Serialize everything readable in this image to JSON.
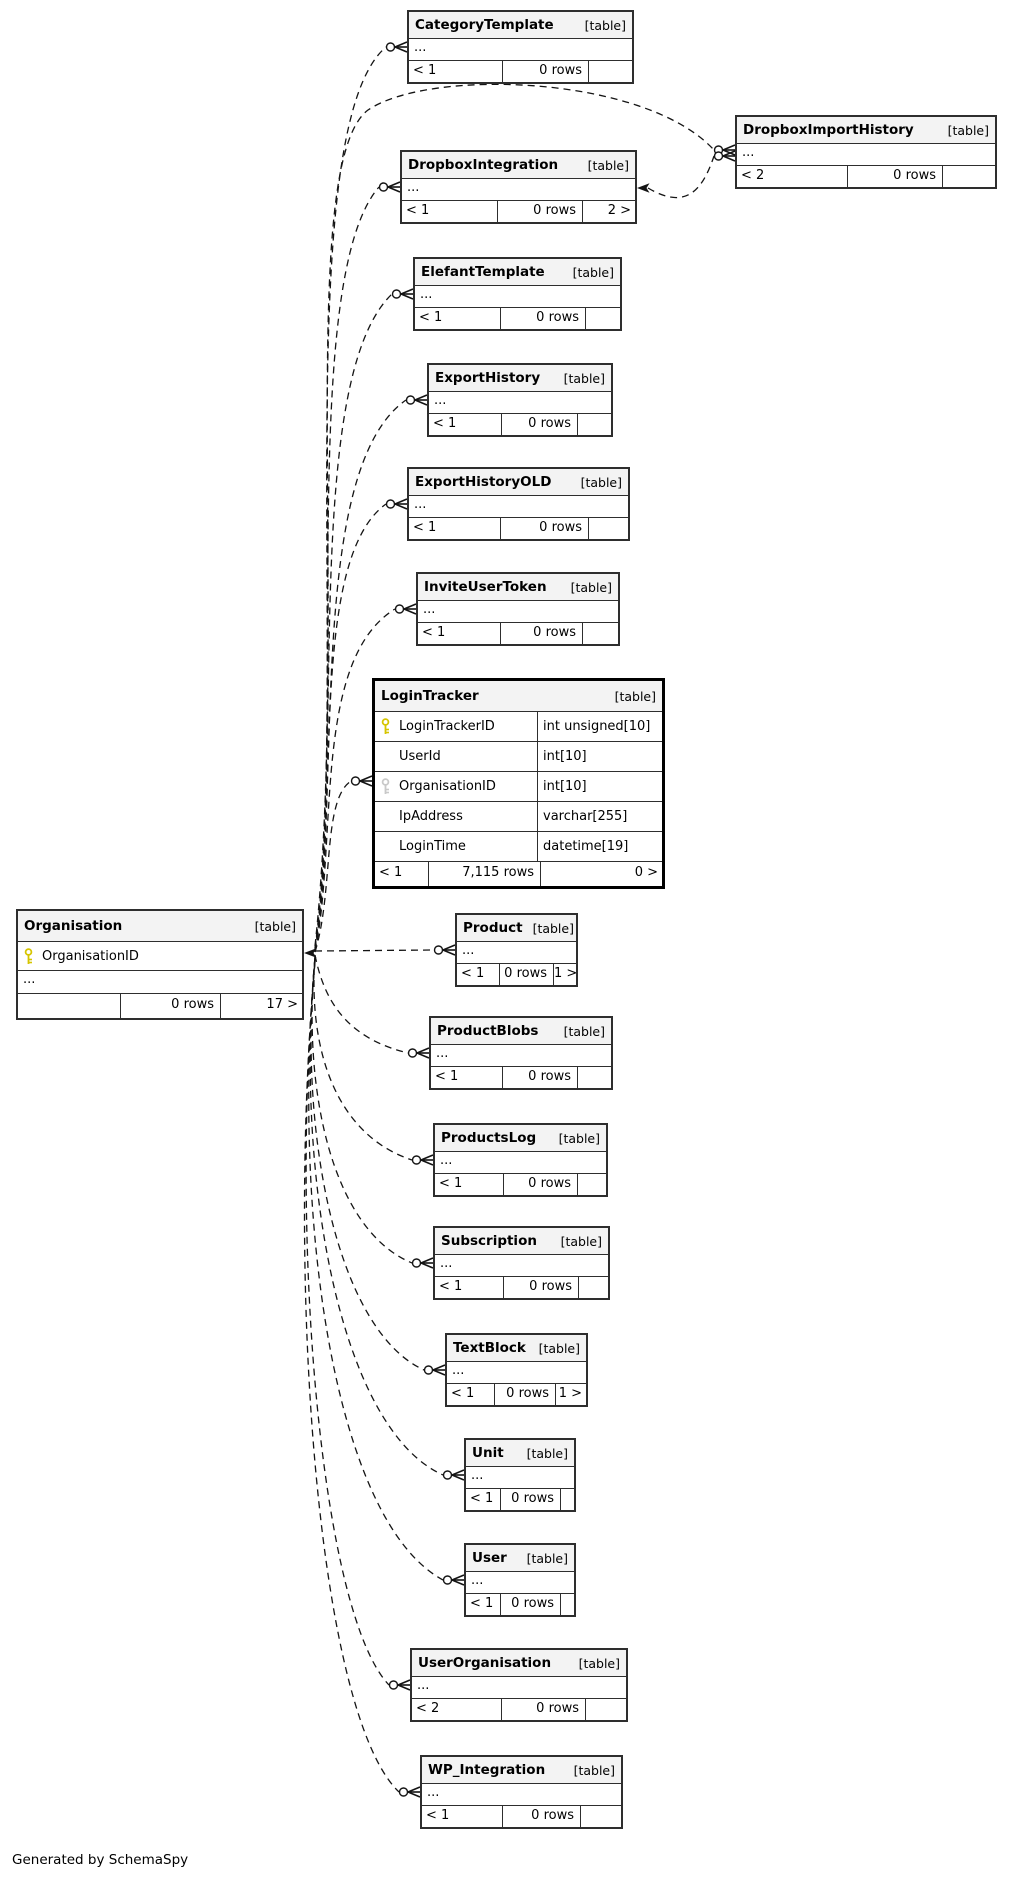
{
  "diagram": {
    "generated_by": "Generated by SchemaSpy",
    "table_tag": "[table]",
    "ellipsis": "...",
    "colors": {
      "primary_key": "#d6c500",
      "foreign_key": "#c9c9c9",
      "header_bg": "#f3f3f3"
    },
    "tables": [
      {
        "name": "CategoryTemplate",
        "kind": "collapsed",
        "columns": [],
        "footer": {
          "left": "< 1",
          "center": "0 rows",
          "right": ""
        }
      },
      {
        "name": "DropboxImportHistory",
        "kind": "collapsed",
        "columns": [],
        "footer": {
          "left": "< 2",
          "center": "0 rows",
          "right": ""
        }
      },
      {
        "name": "DropboxIntegration",
        "kind": "collapsed",
        "columns": [],
        "footer": {
          "left": "< 1",
          "center": "0 rows",
          "right": "2 >"
        }
      },
      {
        "name": "ElefantTemplate",
        "kind": "collapsed",
        "columns": [],
        "footer": {
          "left": "< 1",
          "center": "0 rows",
          "right": ""
        }
      },
      {
        "name": "ExportHistory",
        "kind": "collapsed",
        "columns": [],
        "footer": {
          "left": "< 1",
          "center": "0 rows",
          "right": ""
        }
      },
      {
        "name": "ExportHistoryOLD",
        "kind": "collapsed",
        "columns": [],
        "footer": {
          "left": "< 1",
          "center": "0 rows",
          "right": ""
        }
      },
      {
        "name": "InviteUserToken",
        "kind": "collapsed",
        "columns": [],
        "footer": {
          "left": "< 1",
          "center": "0 rows",
          "right": ""
        }
      },
      {
        "name": "LoginTracker",
        "kind": "detail",
        "columns": [
          {
            "name": "LoginTrackerID",
            "type": "int unsigned[10]",
            "key": "primary"
          },
          {
            "name": "UserId",
            "type": "int[10]",
            "key": ""
          },
          {
            "name": "OrganisationID",
            "type": "int[10]",
            "key": "foreign"
          },
          {
            "name": "IpAddress",
            "type": "varchar[255]",
            "key": ""
          },
          {
            "name": "LoginTime",
            "type": "datetime[19]",
            "key": ""
          }
        ],
        "footer": {
          "left": "< 1",
          "center": "7,115 rows",
          "right": "0 >"
        }
      },
      {
        "name": "Organisation",
        "kind": "parent",
        "columns": [
          {
            "name": "OrganisationID",
            "type": "",
            "key": "primary"
          }
        ],
        "footer": {
          "left": "",
          "center": "0 rows",
          "right": "17 >"
        }
      },
      {
        "name": "Product",
        "kind": "collapsed",
        "columns": [],
        "footer": {
          "left": "< 1",
          "center": "0 rows",
          "right": "1 >"
        }
      },
      {
        "name": "ProductBlobs",
        "kind": "collapsed",
        "columns": [],
        "footer": {
          "left": "< 1",
          "center": "0 rows",
          "right": ""
        }
      },
      {
        "name": "ProductsLog",
        "kind": "collapsed",
        "columns": [],
        "footer": {
          "left": "< 1",
          "center": "0 rows",
          "right": ""
        }
      },
      {
        "name": "Subscription",
        "kind": "collapsed",
        "columns": [],
        "footer": {
          "left": "< 1",
          "center": "0 rows",
          "right": ""
        }
      },
      {
        "name": "TextBlock",
        "kind": "collapsed",
        "columns": [],
        "footer": {
          "left": "< 1",
          "center": "0 rows",
          "right": "1 >"
        }
      },
      {
        "name": "Unit",
        "kind": "collapsed",
        "columns": [],
        "footer": {
          "left": "< 1",
          "center": "0 rows",
          "right": ""
        }
      },
      {
        "name": "User",
        "kind": "collapsed",
        "columns": [],
        "footer": {
          "left": "< 1",
          "center": "0 rows",
          "right": ""
        }
      },
      {
        "name": "UserOrganisation",
        "kind": "collapsed",
        "columns": [],
        "footer": {
          "left": "< 2",
          "center": "0 rows",
          "right": ""
        }
      },
      {
        "name": "WP_Integration",
        "kind": "collapsed",
        "columns": [],
        "footer": {
          "left": "< 1",
          "center": "0 rows",
          "right": ""
        }
      }
    ],
    "relationships": [
      {
        "from": "Organisation",
        "to": "CategoryTemplate"
      },
      {
        "from": "Organisation",
        "to": "DropboxImportHistory"
      },
      {
        "from": "Organisation",
        "to": "DropboxIntegration"
      },
      {
        "from": "Organisation",
        "to": "ElefantTemplate"
      },
      {
        "from": "Organisation",
        "to": "ExportHistory"
      },
      {
        "from": "Organisation",
        "to": "ExportHistoryOLD"
      },
      {
        "from": "Organisation",
        "to": "InviteUserToken"
      },
      {
        "from": "Organisation",
        "to": "LoginTracker"
      },
      {
        "from": "Organisation",
        "to": "Product"
      },
      {
        "from": "Organisation",
        "to": "ProductBlobs"
      },
      {
        "from": "Organisation",
        "to": "ProductsLog"
      },
      {
        "from": "Organisation",
        "to": "Subscription"
      },
      {
        "from": "Organisation",
        "to": "TextBlock"
      },
      {
        "from": "Organisation",
        "to": "Unit"
      },
      {
        "from": "Organisation",
        "to": "User"
      },
      {
        "from": "Organisation",
        "to": "UserOrganisation"
      },
      {
        "from": "Organisation",
        "to": "WP_Integration"
      },
      {
        "from": "DropboxIntegration",
        "to": "DropboxImportHistory"
      }
    ]
  }
}
